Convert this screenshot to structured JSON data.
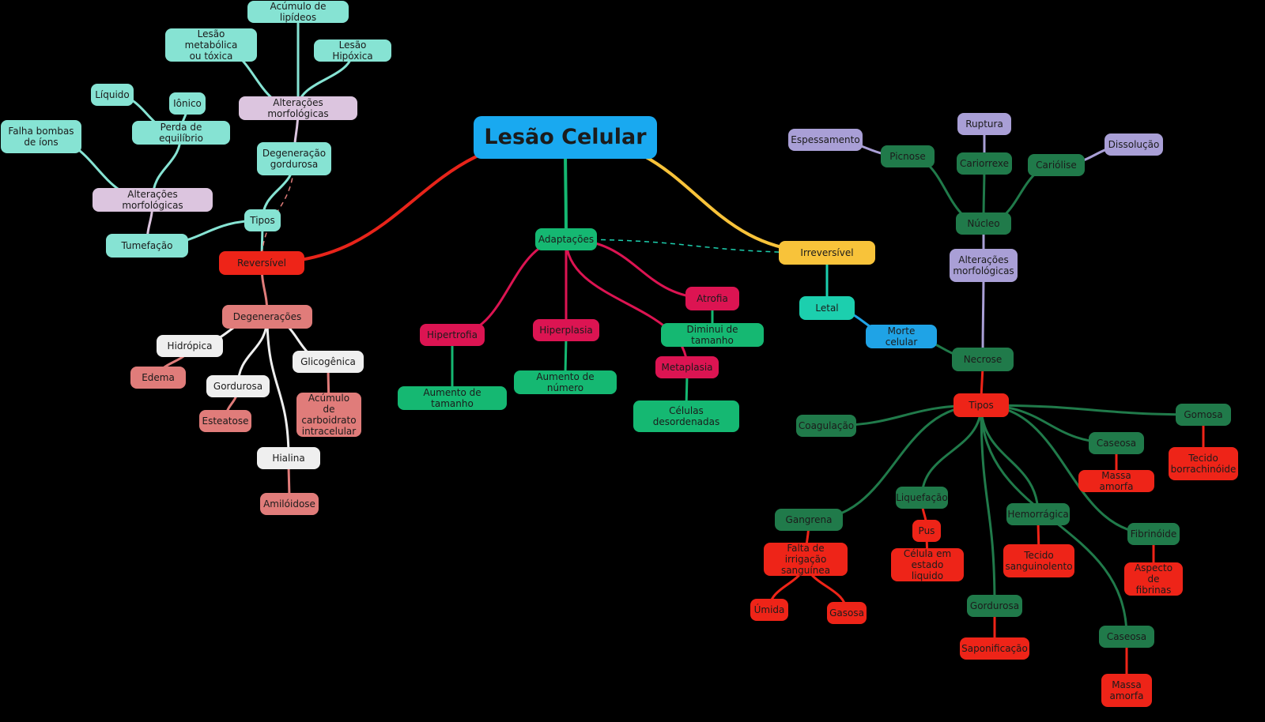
{
  "title": "Lesão Celular",
  "colors": {
    "root": "#19a9f0",
    "red": "#ee2418",
    "teal": "#86e3d3",
    "lavender": "#dcc5df",
    "salmon": "#e07c7a",
    "white": "#efefef",
    "green": "#15b872",
    "crimson": "#dc1452",
    "yellow": "#f8c33a",
    "aqua": "#1ccfae",
    "blue": "#1fa3e6",
    "dkgreen": "#207a4a",
    "purple": "#a99fd6"
  },
  "nodes": {
    "root": {
      "label": "Lesão Celular",
      "color": "root"
    },
    "rev": {
      "label": "Reversível",
      "color": "red"
    },
    "tiposL": {
      "label": "Tipos",
      "color": "teal"
    },
    "tumef": {
      "label": "Tumefação",
      "color": "teal"
    },
    "altL": {
      "label": "Alterações morfológicas",
      "color": "lavender"
    },
    "falha": {
      "label": "Falha bombas\nde íons",
      "color": "teal"
    },
    "perda": {
      "label": "Perda de equilíbrio",
      "color": "teal"
    },
    "liq": {
      "label": "Líquido",
      "color": "teal"
    },
    "ion": {
      "label": "Iônico",
      "color": "teal"
    },
    "degord": {
      "label": "Degeneração\ngordurosa",
      "color": "teal"
    },
    "altT": {
      "label": "Alterações morfológicas",
      "color": "lavender"
    },
    "lesmet": {
      "label": "Lesão metabólica\nou tóxica",
      "color": "teal"
    },
    "aculip": {
      "label": "Acúmulo de lipídeos",
      "color": "teal"
    },
    "leship": {
      "label": "Lesão Hipóxica",
      "color": "teal"
    },
    "degen": {
      "label": "Degenerações",
      "color": "salmon"
    },
    "hidro": {
      "label": "Hidrópica",
      "color": "white"
    },
    "edema": {
      "label": "Edema",
      "color": "salmon"
    },
    "gordL": {
      "label": "Gordurosa",
      "color": "white"
    },
    "esteat": {
      "label": "Esteatose",
      "color": "salmon"
    },
    "glico": {
      "label": "Glicogênica",
      "color": "white"
    },
    "acucarb": {
      "label": "Acúmulo de\ncarboidrato\nintracelular",
      "color": "salmon"
    },
    "hial": {
      "label": "Hialina",
      "color": "white"
    },
    "amil": {
      "label": "Amilóidose",
      "color": "salmon"
    },
    "adapt": {
      "label": "Adaptações",
      "color": "green"
    },
    "hipert": {
      "label": "Hipertrofia",
      "color": "crimson"
    },
    "aumtam": {
      "label": "Aumento de tamanho",
      "color": "green"
    },
    "hiperp": {
      "label": "Hiperplasia",
      "color": "crimson"
    },
    "aumnum": {
      "label": "Aumento de número",
      "color": "green"
    },
    "atrof": {
      "label": "Atrofia",
      "color": "crimson"
    },
    "dimtam": {
      "label": "Diminui de tamanho",
      "color": "green"
    },
    "metap": {
      "label": "Metaplasia",
      "color": "crimson"
    },
    "celdes": {
      "label": "Células desordenadas",
      "color": "green"
    },
    "irrev": {
      "label": "Irreversível",
      "color": "yellow"
    },
    "letal": {
      "label": "Letal",
      "color": "aqua"
    },
    "morte": {
      "label": "Morte celular",
      "color": "blue"
    },
    "necrose": {
      "label": "Necrose",
      "color": "dkgreen"
    },
    "tiposR": {
      "label": "Tipos",
      "color": "red"
    },
    "altR": {
      "label": "Alterações\nmorfológicas",
      "color": "purple"
    },
    "nucleo": {
      "label": "Núcleo",
      "color": "dkgreen"
    },
    "picnose": {
      "label": "Picnose",
      "color": "dkgreen"
    },
    "espess": {
      "label": "Espessamento",
      "color": "purple"
    },
    "cariorr": {
      "label": "Cariorrexe",
      "color": "dkgreen"
    },
    "ruptura": {
      "label": "Ruptura",
      "color": "purple"
    },
    "cariol": {
      "label": "Cariólise",
      "color": "dkgreen"
    },
    "dissol": {
      "label": "Dissolução",
      "color": "purple"
    },
    "coag": {
      "label": "Coagulação",
      "color": "dkgreen"
    },
    "gomosa": {
      "label": "Gomosa",
      "color": "dkgreen"
    },
    "tecborr": {
      "label": "Tecido\nborrachinóide",
      "color": "red"
    },
    "caseosa": {
      "label": "Caseosa",
      "color": "dkgreen"
    },
    "massa": {
      "label": "Massa amorfa",
      "color": "red"
    },
    "liquef": {
      "label": "Liquefação",
      "color": "dkgreen"
    },
    "pus": {
      "label": "Pus",
      "color": "red"
    },
    "celliq": {
      "label": "Célula em\nestado liquido",
      "color": "red"
    },
    "hemorr": {
      "label": "Hemorrágica",
      "color": "dkgreen"
    },
    "tecsang": {
      "label": "Tecido\nsanguinolento",
      "color": "red"
    },
    "fibrin": {
      "label": "Fibrinóide",
      "color": "dkgreen"
    },
    "aspfib": {
      "label": "Aspecto de\nfibrinas",
      "color": "red"
    },
    "gangr": {
      "label": "Gangrena",
      "color": "dkgreen"
    },
    "faltairr": {
      "label": "Falta de irrigação\nsanguínea",
      "color": "red"
    },
    "umida": {
      "label": "Úmida",
      "color": "red"
    },
    "gasosa": {
      "label": "Gasosa",
      "color": "red"
    },
    "gordR": {
      "label": "Gordurosa",
      "color": "dkgreen"
    },
    "sapon": {
      "label": "Saponificação",
      "color": "red"
    },
    "caseosa2": {
      "label": "Caseosa",
      "color": "dkgreen"
    },
    "massa2": {
      "label": "Massa\namorfa",
      "color": "red"
    }
  }
}
